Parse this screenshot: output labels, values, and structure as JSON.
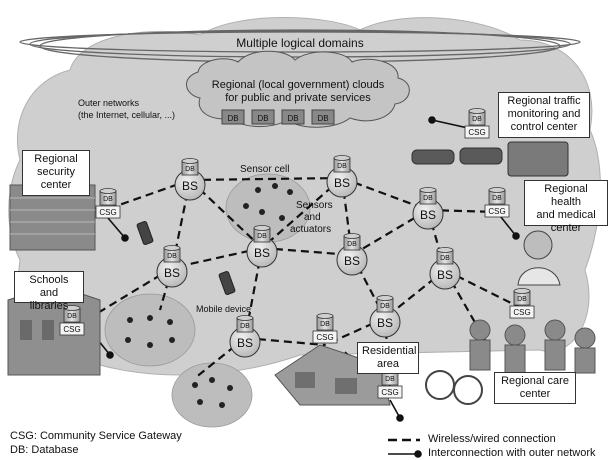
{
  "title": "Multiple logical domains",
  "cloud": {
    "line1": "Regional (local government) clouds",
    "line2": "for public and private services",
    "db_label": "DB"
  },
  "outer_networks": {
    "line1": "Outer networks",
    "line2": "(the Internet, cellular, ...)"
  },
  "labels": {
    "bs": "BS",
    "db": "DB",
    "csg": "CSG",
    "sensor_cell": "Sensor cell",
    "sensors_line1": "Sensors",
    "sensors_line2": "and",
    "sensors_line3": "actuators",
    "mobile_device": "Mobile device"
  },
  "centers": {
    "security": [
      "Regional",
      "security",
      "center"
    ],
    "traffic": [
      "Regional traffic",
      "monitoring and",
      "control center"
    ],
    "health": [
      "Regional health",
      "and medical",
      "center"
    ],
    "schools": [
      "Schools and",
      "libraries"
    ],
    "residential": [
      "Residential",
      "area"
    ],
    "care": [
      "Regional care",
      "center"
    ]
  },
  "footnotes": {
    "csg": "CSG: Community Service Gateway",
    "db": "DB: Database"
  },
  "legend": {
    "wireless": "Wireless/wired connection",
    "interconnection": "Interconnection with outer network"
  },
  "colors": {
    "region_fill": "#cfcfcf",
    "node_fill": "#d9d9d9",
    "line": "#111111"
  }
}
